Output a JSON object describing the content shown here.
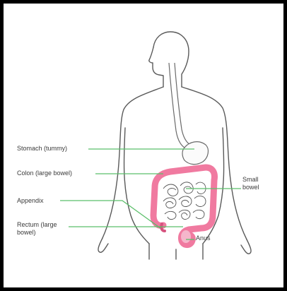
{
  "labels": {
    "stomach": "Stomach (tummy)",
    "colon": "Colon (large bowel)",
    "appendix": "Appendix",
    "rectum": "Rectum (large bowel)",
    "small_bowel": "Small bowel",
    "anus": "Anus"
  },
  "colors": {
    "frame": "#000000",
    "background": "#ffffff",
    "outline": "#5a5a5a",
    "colon": "#f07aa0",
    "colon_dark": "#d6527e",
    "leader_line": "#5bbf6a",
    "label_text": "#3a3a3a"
  }
}
